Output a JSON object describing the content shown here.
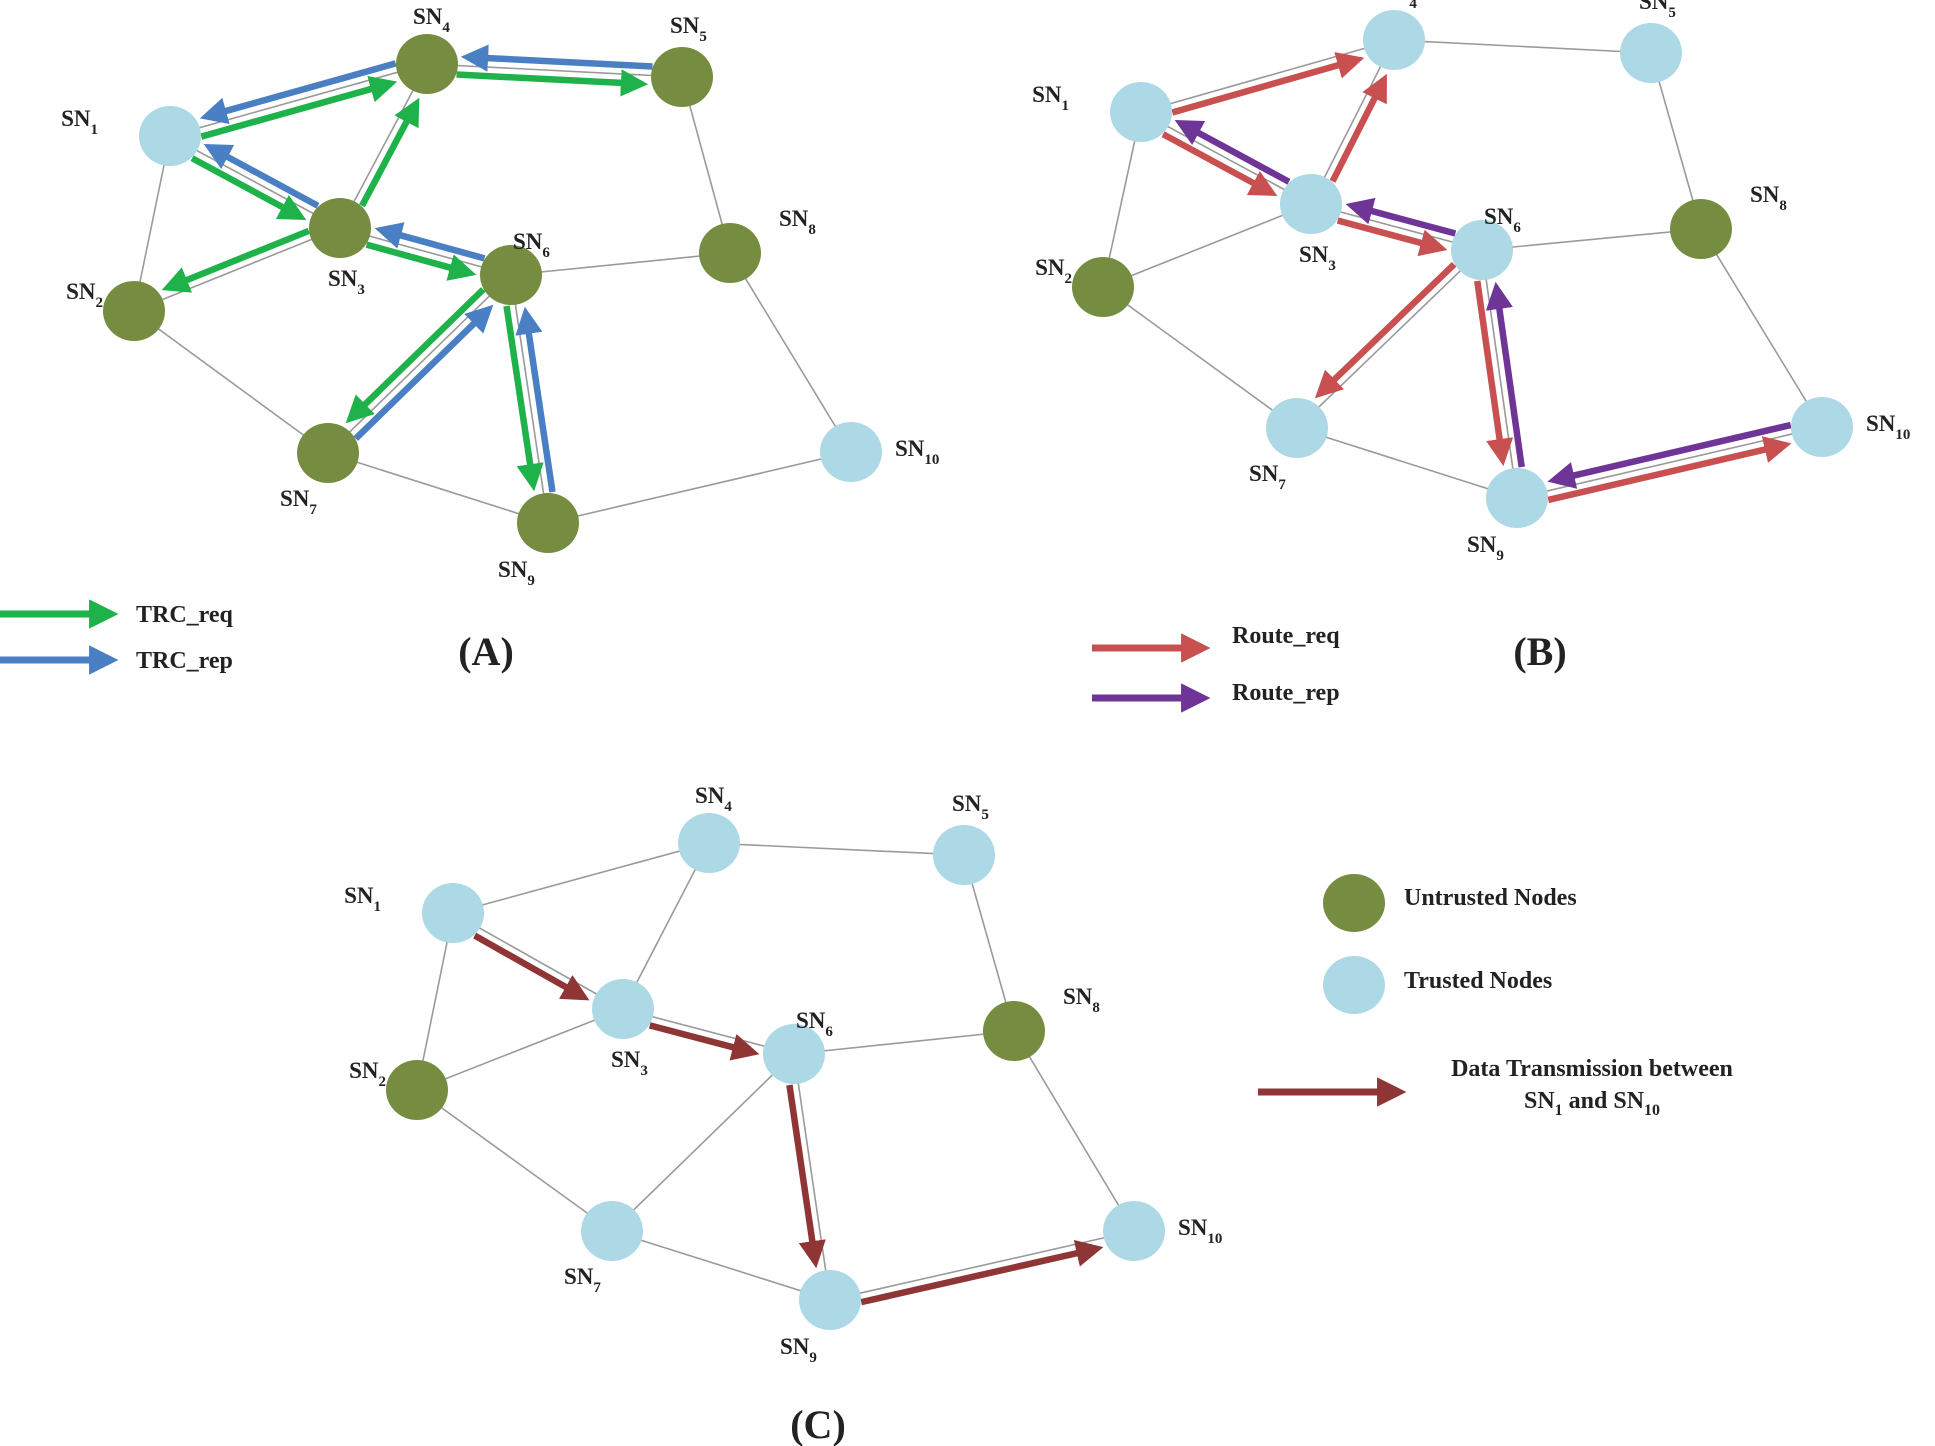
{
  "colors": {
    "untrusted": "#768c40",
    "trusted": "#add8e6",
    "trc_req": "#1fb24a",
    "trc_rep": "#4a7fc4",
    "route_req": "#c85050",
    "route_rep": "#6e3596",
    "data": "#8f3535"
  },
  "panels": {
    "a": {
      "caption": "(A)"
    },
    "b": {
      "caption": "(B)"
    },
    "c": {
      "caption": "(C)"
    }
  },
  "legend_a": {
    "req": "TRC_req",
    "rep": "TRC_rep"
  },
  "legend_b": {
    "req": "Route_req",
    "rep": "Route_rep"
  },
  "legend_c": {
    "untrusted": "Untrusted Nodes",
    "trusted": "Trusted Nodes",
    "data_line1": "Data Transmission between",
    "data_line2_a": "SN",
    "data_line2_sub_a": "1",
    "data_line2_mid": " and SN",
    "data_line2_sub_b": "10"
  },
  "node_prefix": "SN",
  "nodes": [
    "1",
    "2",
    "3",
    "4",
    "5",
    "6",
    "7",
    "8",
    "9",
    "10"
  ],
  "node_trust": {
    "a": {
      "1": "trusted",
      "2": "untrusted",
      "3": "untrusted",
      "4": "untrusted",
      "5": "untrusted",
      "6": "untrusted",
      "7": "untrusted",
      "8": "untrusted",
      "9": "untrusted",
      "10": "trusted"
    },
    "b": {
      "1": "trusted",
      "2": "untrusted",
      "3": "trusted",
      "4": "trusted",
      "5": "trusted",
      "6": "trusted",
      "7": "trusted",
      "8": "untrusted",
      "9": "trusted",
      "10": "trusted"
    },
    "c": {
      "1": "trusted",
      "2": "untrusted",
      "3": "trusted",
      "4": "trusted",
      "5": "trusted",
      "6": "trusted",
      "7": "trusted",
      "8": "untrusted",
      "9": "trusted",
      "10": "trusted"
    }
  },
  "links": [
    [
      "1",
      "4"
    ],
    [
      "1",
      "3"
    ],
    [
      "1",
      "2"
    ],
    [
      "2",
      "3"
    ],
    [
      "2",
      "7"
    ],
    [
      "3",
      "4"
    ],
    [
      "3",
      "6"
    ],
    [
      "4",
      "5"
    ],
    [
      "5",
      "8"
    ],
    [
      "6",
      "8"
    ],
    [
      "6",
      "7"
    ],
    [
      "6",
      "9"
    ],
    [
      "7",
      "9"
    ],
    [
      "8",
      "10"
    ],
    [
      "9",
      "10"
    ]
  ],
  "flows": {
    "a": [
      {
        "kind": "trc_req",
        "from": "1",
        "to": "4"
      },
      {
        "kind": "trc_rep",
        "from": "4",
        "to": "1"
      },
      {
        "kind": "trc_req",
        "from": "4",
        "to": "5"
      },
      {
        "kind": "trc_rep",
        "from": "5",
        "to": "4"
      },
      {
        "kind": "trc_req",
        "from": "1",
        "to": "3"
      },
      {
        "kind": "trc_rep",
        "from": "3",
        "to": "1"
      },
      {
        "kind": "trc_req",
        "from": "3",
        "to": "4"
      },
      {
        "kind": "trc_req",
        "from": "3",
        "to": "2"
      },
      {
        "kind": "trc_req",
        "from": "3",
        "to": "6"
      },
      {
        "kind": "trc_rep",
        "from": "6",
        "to": "3"
      },
      {
        "kind": "trc_req",
        "from": "6",
        "to": "7"
      },
      {
        "kind": "trc_rep",
        "from": "7",
        "to": "6"
      },
      {
        "kind": "trc_req",
        "from": "6",
        "to": "9"
      },
      {
        "kind": "trc_rep",
        "from": "9",
        "to": "6"
      }
    ],
    "b": [
      {
        "kind": "route_req",
        "from": "1",
        "to": "4"
      },
      {
        "kind": "route_req",
        "from": "1",
        "to": "3"
      },
      {
        "kind": "route_rep",
        "from": "3",
        "to": "1"
      },
      {
        "kind": "route_req",
        "from": "3",
        "to": "4"
      },
      {
        "kind": "route_req",
        "from": "3",
        "to": "6"
      },
      {
        "kind": "route_rep",
        "from": "6",
        "to": "3"
      },
      {
        "kind": "route_req",
        "from": "6",
        "to": "7"
      },
      {
        "kind": "route_req",
        "from": "6",
        "to": "9"
      },
      {
        "kind": "route_rep",
        "from": "9",
        "to": "6"
      },
      {
        "kind": "route_req",
        "from": "9",
        "to": "10"
      },
      {
        "kind": "route_rep",
        "from": "10",
        "to": "9"
      }
    ],
    "c": [
      {
        "kind": "data",
        "from": "1",
        "to": "3"
      },
      {
        "kind": "data",
        "from": "3",
        "to": "6"
      },
      {
        "kind": "data",
        "from": "6",
        "to": "9"
      },
      {
        "kind": "data",
        "from": "9",
        "to": "10"
      }
    ]
  }
}
